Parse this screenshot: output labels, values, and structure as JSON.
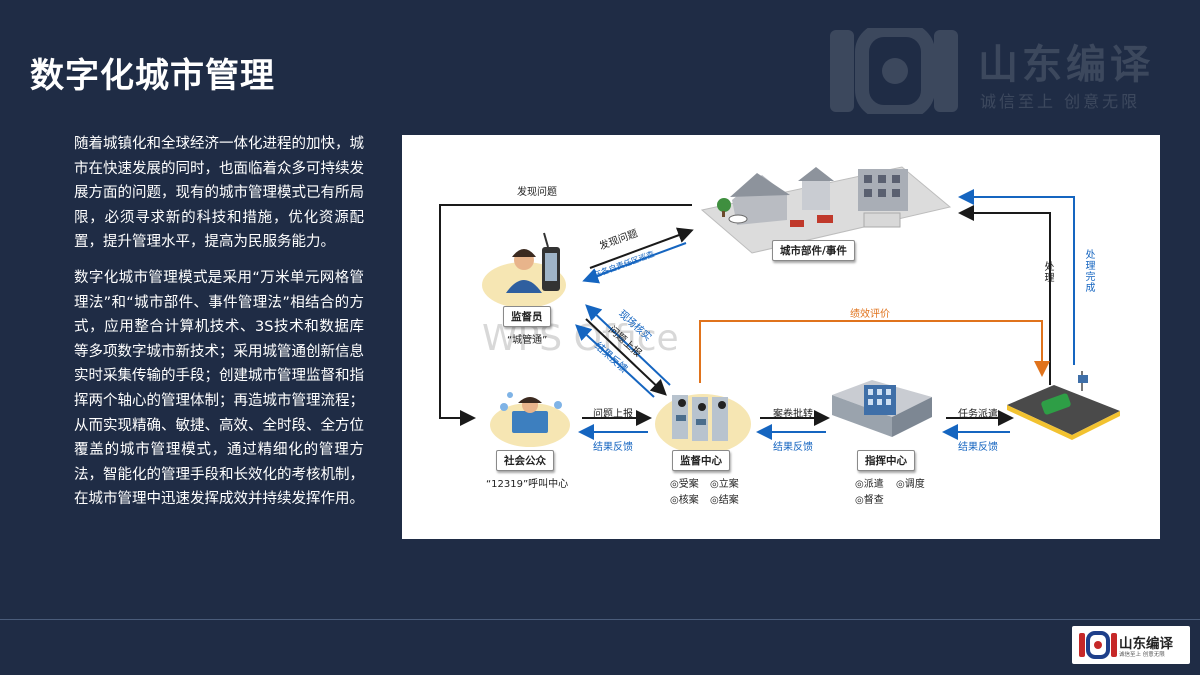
{
  "title": "数字化城市管理",
  "watermark": {
    "name": "山东编译",
    "slogan": "诚信至上 创意无限"
  },
  "paragraphs": [
    "随着城镇化和全球经济一体化进程的加快，城市在快速发展的同时，也面临着众多可持续发展方面的问题，现有的城市管理模式已有所局限，必须寻求新的科技和措施，优化资源配置，提升管理水平，提高为民服务能力。",
    "数字化城市管理模式是采用“万米单元网格管理法”和“城市部件、事件管理法”相结合的方式，应用整合计算机技术、3S技术和数据库等多项数字城市新技术；采用城管通创新信息实时采集传输的手段；创建城市管理监督和指挥两个轴心的管理体制；再造城市管理流程；从而实现精确、敏捷、高效、全时段、全方位覆盖的城市管理模式，通过精细化的管理方法，智能化的管理手段和长效化的考核机制，在城市管理中迅速发挥成效并持续发挥作用。"
  ],
  "diagram": {
    "city_parts": "城市部件/事件",
    "discover_top": "发现问题",
    "discover_diag": "发现问题",
    "patrol": "在各自责任区巡查",
    "verify": "现场核实",
    "report_diag": "问题上报",
    "feedback_diag": "结果反馈",
    "supervisor": "监督员",
    "cgt": "“城管通”",
    "public": "社会公众",
    "hotline": "“12319”呼叫中心",
    "report_h": "问题上报",
    "feedback_h1": "结果反馈",
    "supervision_center": "监督中心",
    "supervision_items": [
      "◎受案",
      "◎立案",
      "◎核案",
      "◎结案"
    ],
    "case_transfer": "案卷批转",
    "feedback_h2": "结果反馈",
    "command_center": "指挥中心",
    "command_items": [
      "◎派遣",
      "◎调度",
      "◎督查"
    ],
    "task_dispatch": "任务派遣",
    "feedback_h3": "结果反馈",
    "performance": "绩效评价",
    "handle": "处理",
    "handle_done": "处理完成",
    "faint_watermark": "WPS Office",
    "colors": {
      "blue": "#1565c0",
      "orange": "#e0731c",
      "dark": "#1a1a1a"
    }
  },
  "logo": {
    "name": "山东编译",
    "slogan": "诚信至上 创意无限"
  }
}
